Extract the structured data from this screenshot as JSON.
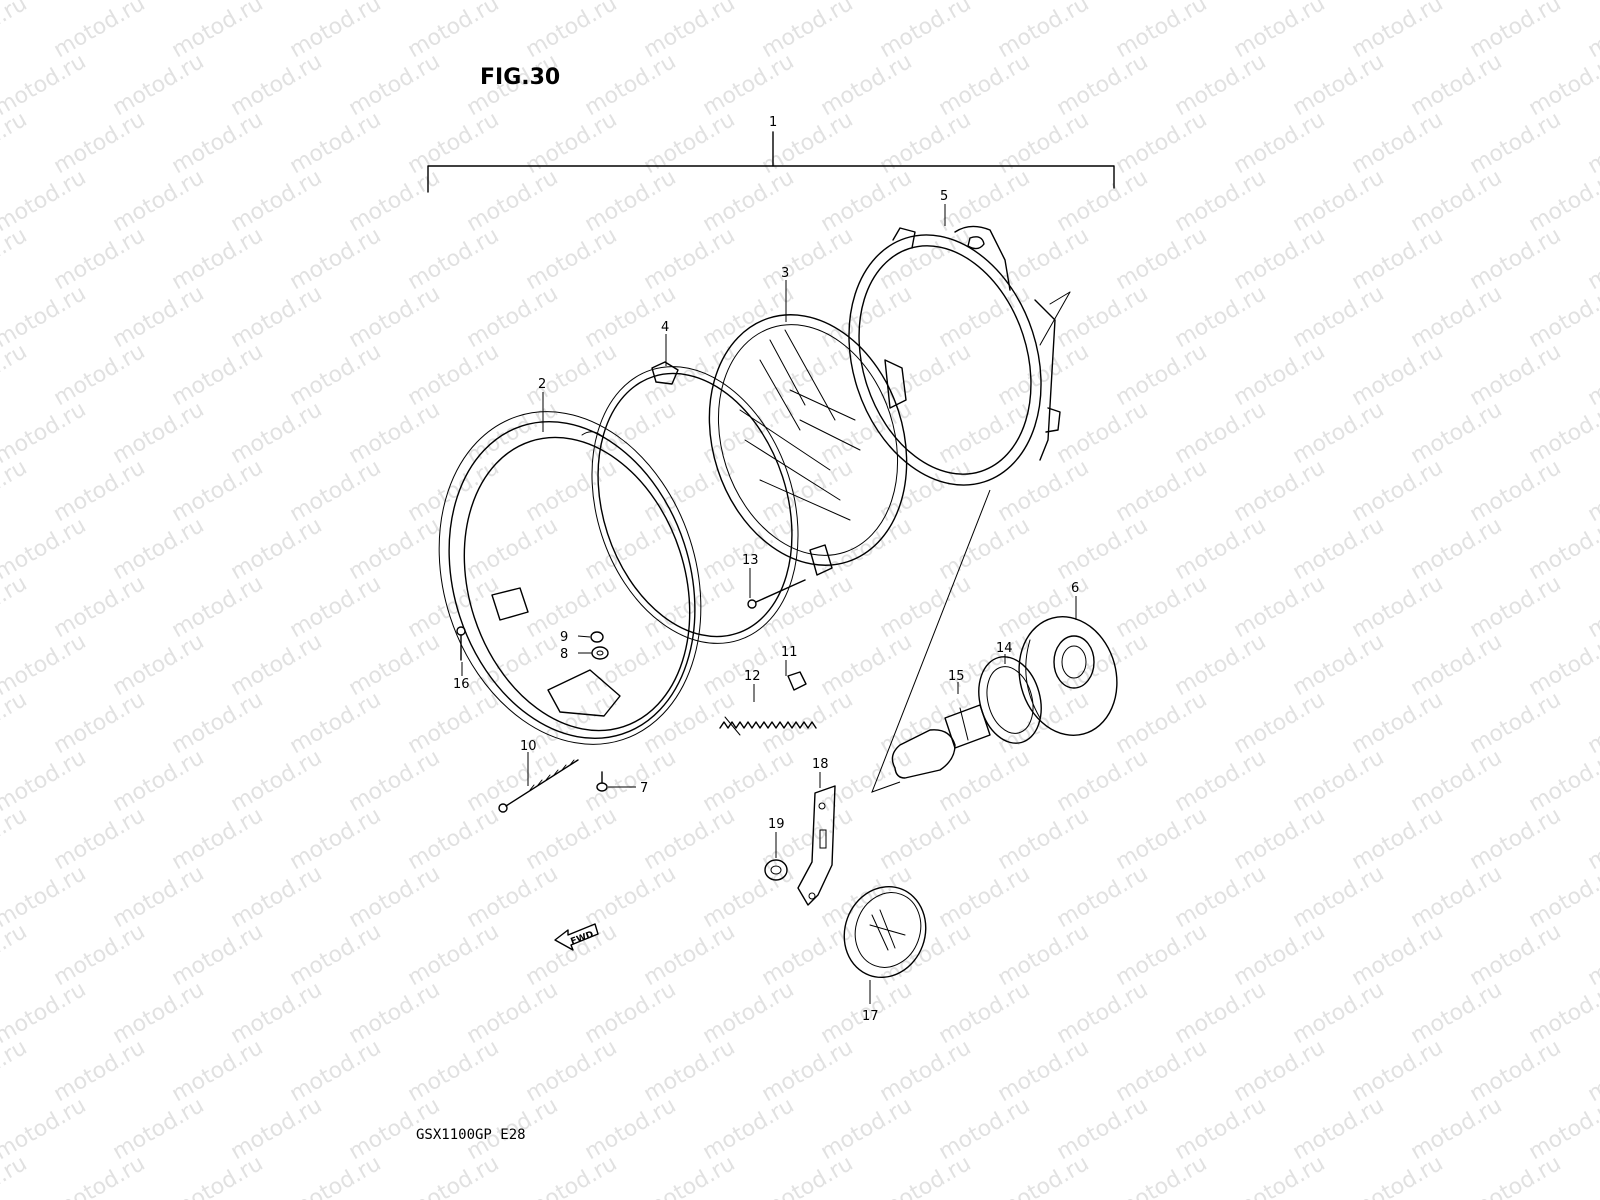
{
  "diagram": {
    "figure_title": "FIG.30",
    "model_code": "GSX1100GP  E28",
    "watermark": "motod.ru",
    "fwd_label": "FWD",
    "callouts": [
      "1",
      "2",
      "3",
      "4",
      "5",
      "6",
      "7",
      "8",
      "9",
      "10",
      "11",
      "12",
      "13",
      "14",
      "15",
      "16",
      "17",
      "18",
      "19"
    ]
  },
  "colors": {
    "line": "#000000",
    "background": "#ffffff",
    "watermark": "#c9c9c9"
  }
}
